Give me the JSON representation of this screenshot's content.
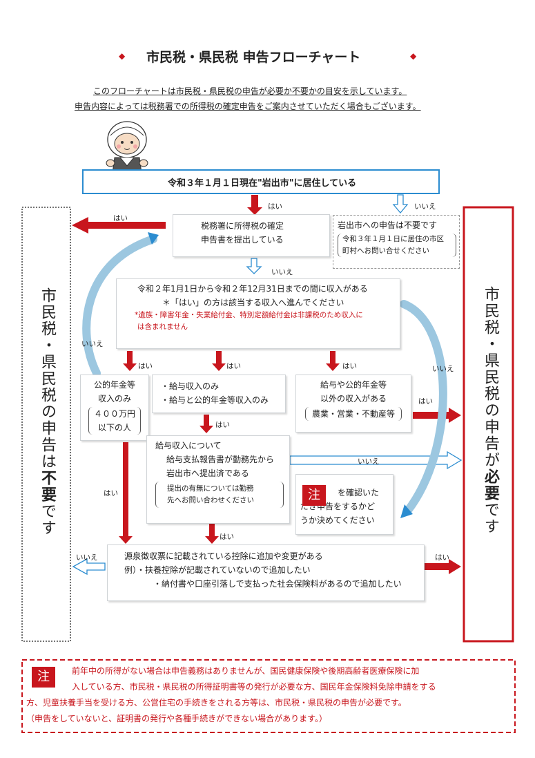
{
  "header": {
    "title": "市民税・県民税 申告フローチャート",
    "intro_line1": "このフローチャートは市民税・県民税の申告が必要か不要かの目安を示しています。",
    "intro_line2": "申告内容によっては税務署での所得税の確定申告をご案内させていただく場合もございます。"
  },
  "top_box": {
    "text": "令和３年１月１日現在\"岩出市\"に居住している"
  },
  "tax_office_box": {
    "line1": "税務署に所得税の確定",
    "line2": "申告書を提出している"
  },
  "not_required_box": {
    "line1": "岩出市への申告は不要です",
    "line2": "令和３年１月１日に居住の市区",
    "line3": "町村へお問い合せください"
  },
  "income_box": {
    "line1": "令和２年1月1日から令和２年12月31日までの間に収入がある",
    "line2": "＊「はい」の方は該当する収入へ進んでください",
    "line3": "*遺族・障害年金・失業給付金、特別定額給付金は非課税のため収入に",
    "line4": "は含まれません"
  },
  "pension_box": {
    "line1": "公的年金等",
    "line2": "収入のみ",
    "line3": "４００万円",
    "line4": "以下の人"
  },
  "salary_box": {
    "line1": "・給与収入のみ",
    "line2": "・給与と公的年金等収入のみ"
  },
  "other_box": {
    "line1": "給与や公的年金等",
    "line2": "以外の収入がある",
    "line3": "農業・営業・不動産等"
  },
  "salary_report_box": {
    "line1": "給与収入について",
    "line2": "給与支払報告書が勤務先から",
    "line3": "岩出市へ提出済である",
    "line4": "提出の有無については勤務",
    "line5": "先へお問い合わせください"
  },
  "note_box": {
    "badge": "注",
    "line1": "を確認いた",
    "line2": "だき申告をするかど",
    "line3": "うか決めてください"
  },
  "deduction_box": {
    "line1": "源泉徴収票に記載されている控除に追加や変更がある",
    "line2": "例）・扶養控除が記載されていないので追加したい",
    "line3": "・納付書や口座引落しで支払った社会保険料があるので追加したい"
  },
  "left_result": {
    "part1": "市民税・県民税の申告は",
    "emph": "不要",
    "part2": "です"
  },
  "right_result": {
    "part1": "市民税・県民税の申告が",
    "emph": "必要",
    "part2": "です"
  },
  "labels": {
    "yes": "はい",
    "no": "いいえ"
  },
  "footer": {
    "badge": "注",
    "line1": "前年中の所得がない場合は申告義務はありませんが、国民健康保険や後期高齢者医療保険に加",
    "line2": "入している方、市民税・県民税の所得証明書等の発行が必要な方、国民年金保険料免除申請をする",
    "line3": "方、児童扶養手当を受ける方、公営住宅の手続きをされる方等は、市民税・県民税の申告が必要です。",
    "line4": "（申告をしていないと、証明書の発行や各種手続きができない場合があります。）"
  },
  "colors": {
    "accent_red": "#c8161d",
    "accent_blue": "#2b8cd0",
    "light_blue": "#9cc7e0"
  }
}
